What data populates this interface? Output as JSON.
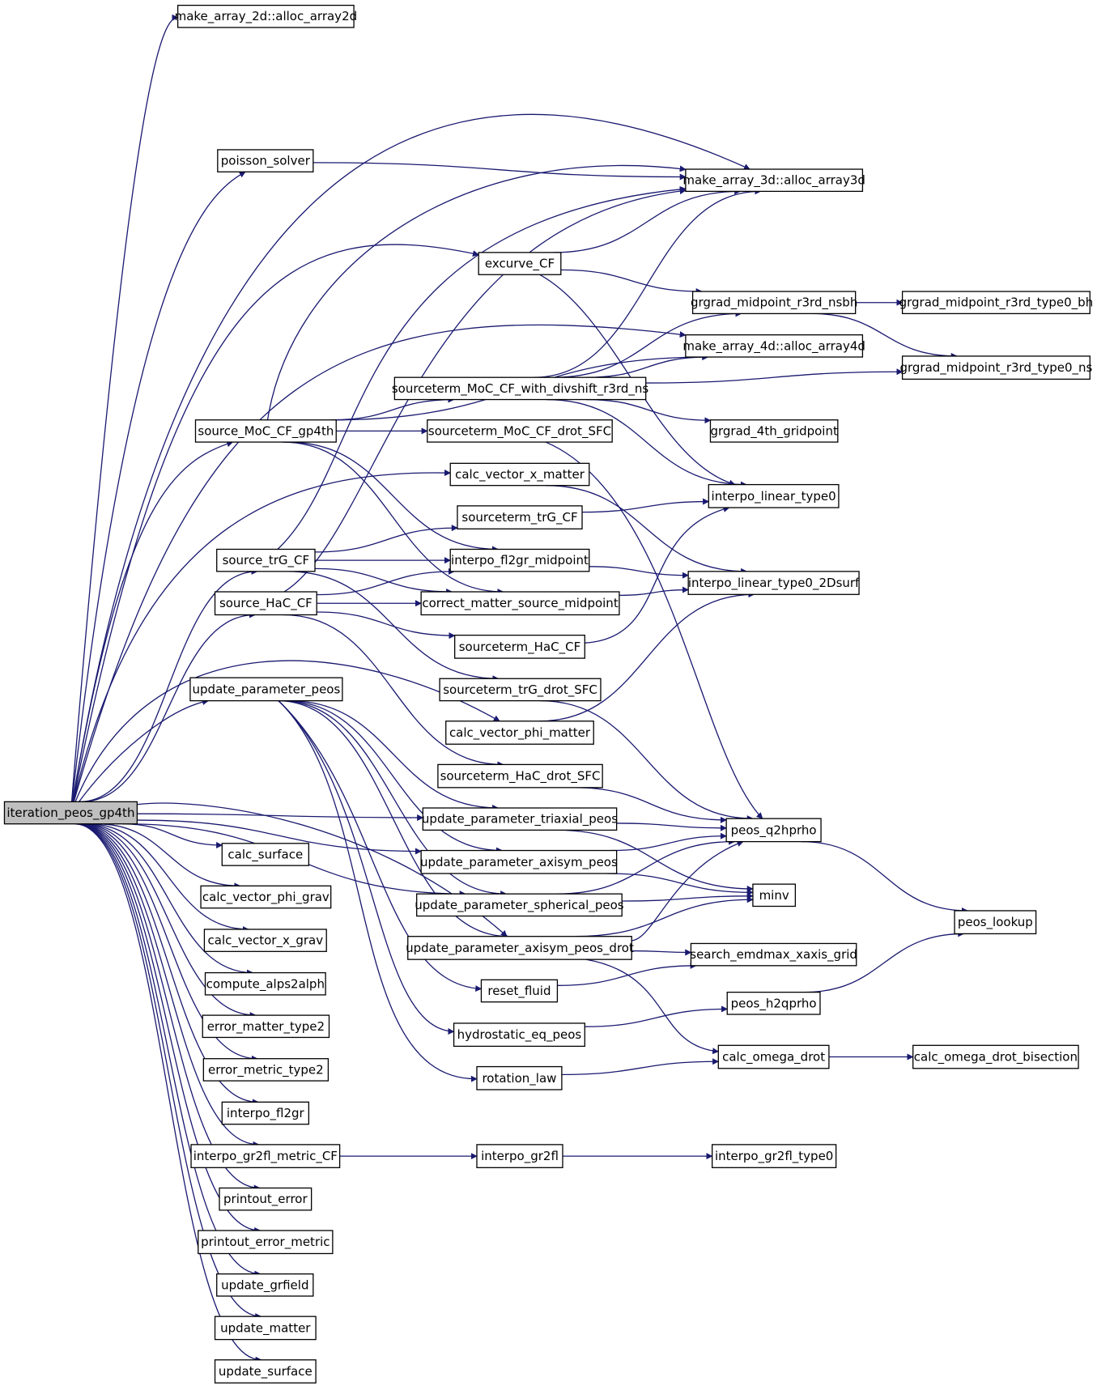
{
  "colors": {
    "edge": "#191970",
    "root_fill": "#bfbfbf",
    "node_fill": "#ffffff",
    "border": "#000000"
  },
  "root": "iteration_peos_gp4th",
  "nodes": [
    "make_array_2d::alloc_array2d",
    "poisson_solver",
    "make_array_3d::alloc_array3d",
    "excurve_CF",
    "grgrad_midpoint_r3rd_nsbh",
    "grgrad_midpoint_r3rd_type0_bh",
    "make_array_4d::alloc_array4d",
    "grgrad_midpoint_r3rd_type0_ns",
    "sourceterm_MoC_CF_with_divshift_r3rd_ns",
    "source_MoC_CF_gp4th",
    "sourceterm_MoC_CF_drot_SFC",
    "grgrad_4th_gridpoint",
    "calc_vector_x_matter",
    "interpo_linear_type0",
    "sourceterm_trG_CF",
    "source_trG_CF",
    "interpo_fl2gr_midpoint",
    "interpo_linear_type0_2Dsurf",
    "source_HaC_CF",
    "correct_matter_source_midpoint",
    "sourceterm_HaC_CF",
    "update_parameter_peos",
    "sourceterm_trG_drot_SFC",
    "calc_vector_phi_matter",
    "sourceterm_HaC_drot_SFC",
    "iteration_peos_gp4th",
    "update_parameter_triaxial_peos",
    "peos_q2hprho",
    "calc_surface",
    "update_parameter_axisym_peos",
    "calc_vector_phi_grav",
    "update_parameter_spherical_peos",
    "minv",
    "peos_lookup",
    "calc_vector_x_grav",
    "update_parameter_axisym_peos_drot",
    "search_emdmax_xaxis_grid",
    "compute_alps2alph",
    "reset_fluid",
    "peos_h2qprho",
    "error_matter_type2",
    "hydrostatic_eq_peos",
    "error_metric_type2",
    "rotation_law",
    "calc_omega_drot",
    "calc_omega_drot_bisection",
    "interpo_fl2gr",
    "interpo_gr2fl_metric_CF",
    "interpo_gr2fl",
    "interpo_gr2fl_type0",
    "printout_error",
    "printout_error_metric",
    "update_grfield",
    "update_matter",
    "update_surface"
  ],
  "edges": [
    [
      "iteration_peos_gp4th",
      "make_array_2d::alloc_array2d"
    ],
    [
      "iteration_peos_gp4th",
      "make_array_3d::alloc_array3d"
    ],
    [
      "iteration_peos_gp4th",
      "poisson_solver"
    ],
    [
      "iteration_peos_gp4th",
      "excurve_CF"
    ],
    [
      "iteration_peos_gp4th",
      "make_array_4d::alloc_array4d"
    ],
    [
      "iteration_peos_gp4th",
      "source_MoC_CF_gp4th"
    ],
    [
      "iteration_peos_gp4th",
      "calc_vector_x_matter"
    ],
    [
      "iteration_peos_gp4th",
      "source_trG_CF"
    ],
    [
      "iteration_peos_gp4th",
      "source_HaC_CF"
    ],
    [
      "iteration_peos_gp4th",
      "update_parameter_peos"
    ],
    [
      "iteration_peos_gp4th",
      "calc_vector_phi_matter"
    ],
    [
      "iteration_peos_gp4th",
      "update_parameter_triaxial_peos"
    ],
    [
      "iteration_peos_gp4th",
      "update_parameter_axisym_peos"
    ],
    [
      "iteration_peos_gp4th",
      "update_parameter_spherical_peos"
    ],
    [
      "iteration_peos_gp4th",
      "update_parameter_axisym_peos_drot"
    ],
    [
      "iteration_peos_gp4th",
      "calc_surface"
    ],
    [
      "iteration_peos_gp4th",
      "calc_vector_phi_grav"
    ],
    [
      "iteration_peos_gp4th",
      "calc_vector_x_grav"
    ],
    [
      "iteration_peos_gp4th",
      "compute_alps2alph"
    ],
    [
      "iteration_peos_gp4th",
      "error_matter_type2"
    ],
    [
      "iteration_peos_gp4th",
      "error_metric_type2"
    ],
    [
      "iteration_peos_gp4th",
      "interpo_fl2gr"
    ],
    [
      "iteration_peos_gp4th",
      "interpo_gr2fl_metric_CF"
    ],
    [
      "iteration_peos_gp4th",
      "printout_error"
    ],
    [
      "iteration_peos_gp4th",
      "printout_error_metric"
    ],
    [
      "iteration_peos_gp4th",
      "update_grfield"
    ],
    [
      "iteration_peos_gp4th",
      "update_matter"
    ],
    [
      "iteration_peos_gp4th",
      "update_surface"
    ],
    [
      "poisson_solver",
      "make_array_3d::alloc_array3d"
    ],
    [
      "excurve_CF",
      "make_array_3d::alloc_array3d"
    ],
    [
      "excurve_CF",
      "grgrad_midpoint_r3rd_nsbh"
    ],
    [
      "excurve_CF",
      "interpo_linear_type0"
    ],
    [
      "grgrad_midpoint_r3rd_nsbh",
      "grgrad_midpoint_r3rd_type0_bh"
    ],
    [
      "grgrad_midpoint_r3rd_nsbh",
      "grgrad_midpoint_r3rd_type0_ns"
    ],
    [
      "source_MoC_CF_gp4th",
      "make_array_3d::alloc_array3d"
    ],
    [
      "source_MoC_CF_gp4th",
      "make_array_4d::alloc_array4d"
    ],
    [
      "source_MoC_CF_gp4th",
      "sourceterm_MoC_CF_with_divshift_r3rd_ns"
    ],
    [
      "source_MoC_CF_gp4th",
      "sourceterm_MoC_CF_drot_SFC"
    ],
    [
      "source_MoC_CF_gp4th",
      "interpo_fl2gr_midpoint"
    ],
    [
      "source_MoC_CF_gp4th",
      "correct_matter_source_midpoint"
    ],
    [
      "sourceterm_MoC_CF_with_divshift_r3rd_ns",
      "make_array_3d::alloc_array3d"
    ],
    [
      "sourceterm_MoC_CF_with_divshift_r3rd_ns",
      "grgrad_midpoint_r3rd_nsbh"
    ],
    [
      "sourceterm_MoC_CF_with_divshift_r3rd_ns",
      "make_array_4d::alloc_array4d"
    ],
    [
      "sourceterm_MoC_CF_with_divshift_r3rd_ns",
      "grgrad_midpoint_r3rd_type0_ns"
    ],
    [
      "sourceterm_MoC_CF_with_divshift_r3rd_ns",
      "grgrad_4th_gridpoint"
    ],
    [
      "sourceterm_MoC_CF_with_divshift_r3rd_ns",
      "interpo_linear_type0"
    ],
    [
      "sourceterm_MoC_CF_drot_SFC",
      "peos_q2hprho"
    ],
    [
      "calc_vector_x_matter",
      "interpo_linear_type0_2Dsurf"
    ],
    [
      "source_trG_CF",
      "make_array_3d::alloc_array3d"
    ],
    [
      "source_trG_CF",
      "sourceterm_trG_CF"
    ],
    [
      "source_trG_CF",
      "interpo_fl2gr_midpoint"
    ],
    [
      "source_trG_CF",
      "correct_matter_source_midpoint"
    ],
    [
      "source_trG_CF",
      "sourceterm_trG_drot_SFC"
    ],
    [
      "sourceterm_trG_CF",
      "interpo_linear_type0"
    ],
    [
      "interpo_fl2gr_midpoint",
      "interpo_linear_type0_2Dsurf"
    ],
    [
      "correct_matter_source_midpoint",
      "interpo_linear_type0_2Dsurf"
    ],
    [
      "source_HaC_CF",
      "make_array_3d::alloc_array3d"
    ],
    [
      "source_HaC_CF",
      "interpo_fl2gr_midpoint"
    ],
    [
      "source_HaC_CF",
      "correct_matter_source_midpoint"
    ],
    [
      "source_HaC_CF",
      "sourceterm_HaC_CF"
    ],
    [
      "source_HaC_CF",
      "sourceterm_HaC_drot_SFC"
    ],
    [
      "sourceterm_HaC_CF",
      "interpo_linear_type0"
    ],
    [
      "sourceterm_trG_drot_SFC",
      "peos_q2hprho"
    ],
    [
      "calc_vector_phi_matter",
      "interpo_linear_type0_2Dsurf"
    ],
    [
      "sourceterm_HaC_drot_SFC",
      "peos_q2hprho"
    ],
    [
      "update_parameter_peos",
      "update_parameter_triaxial_peos"
    ],
    [
      "update_parameter_peos",
      "update_parameter_axisym_peos"
    ],
    [
      "update_parameter_peos",
      "update_parameter_spherical_peos"
    ],
    [
      "update_parameter_peos",
      "update_parameter_axisym_peos_drot"
    ],
    [
      "update_parameter_peos",
      "reset_fluid"
    ],
    [
      "update_parameter_peos",
      "hydrostatic_eq_peos"
    ],
    [
      "update_parameter_peos",
      "rotation_law"
    ],
    [
      "update_parameter_triaxial_peos",
      "peos_q2hprho"
    ],
    [
      "update_parameter_triaxial_peos",
      "minv"
    ],
    [
      "update_parameter_axisym_peos",
      "peos_q2hprho"
    ],
    [
      "update_parameter_axisym_peos",
      "minv"
    ],
    [
      "update_parameter_spherical_peos",
      "peos_q2hprho"
    ],
    [
      "update_parameter_spherical_peos",
      "minv"
    ],
    [
      "update_parameter_axisym_peos_drot",
      "peos_q2hprho"
    ],
    [
      "update_parameter_axisym_peos_drot",
      "minv"
    ],
    [
      "update_parameter_axisym_peos_drot",
      "search_emdmax_xaxis_grid"
    ],
    [
      "update_parameter_axisym_peos_drot",
      "calc_omega_drot"
    ],
    [
      "peos_q2hprho",
      "peos_lookup"
    ],
    [
      "peos_h2qprho",
      "peos_lookup"
    ],
    [
      "reset_fluid",
      "search_emdmax_xaxis_grid"
    ],
    [
      "hydrostatic_eq_peos",
      "peos_h2qprho"
    ],
    [
      "rotation_law",
      "calc_omega_drot"
    ],
    [
      "calc_omega_drot",
      "calc_omega_drot_bisection"
    ],
    [
      "interpo_gr2fl_metric_CF",
      "interpo_gr2fl"
    ],
    [
      "interpo_gr2fl",
      "interpo_gr2fl_type0"
    ]
  ]
}
